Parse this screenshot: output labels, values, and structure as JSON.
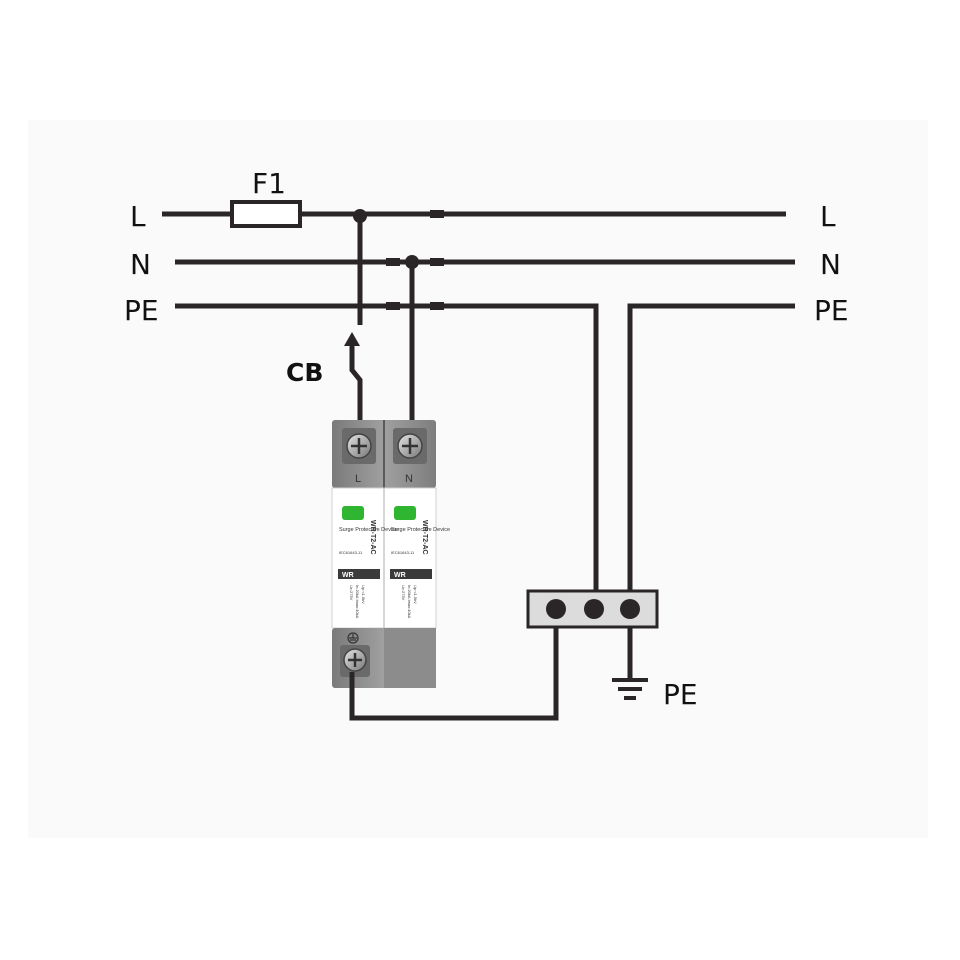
{
  "diagram": {
    "fuse_label": "F1",
    "breaker_label": "CB",
    "left_lines": {
      "line": "L",
      "neutral": "N",
      "earth": "PE"
    },
    "right_lines": {
      "line": "L",
      "neutral": "N",
      "earth": "PE"
    },
    "ground_label": "PE"
  },
  "spd_device": {
    "terminal_labels": [
      "L",
      "N"
    ],
    "modules": [
      {
        "model": "WR-T2-AC",
        "description": "Surge Protective Device",
        "standard": "IEC61643-11",
        "specs": [
          "Uc:275V",
          "In:20kA Imax:40kA",
          "Up:<1.5kV"
        ],
        "brand": "WR"
      },
      {
        "model": "WR-T2-AC",
        "description": "Surge Protective Device",
        "standard": "IEC61643-11",
        "specs": [
          "Uc:275V",
          "In:20kA Imax:40kA",
          "Up:<1.5kV"
        ],
        "brand": "WR"
      }
    ]
  },
  "colors": {
    "wire": "#2a2526",
    "indicator_green": "#2fb52f",
    "housing_gray": "#8a8a8a",
    "body_white": "#ffffff"
  }
}
